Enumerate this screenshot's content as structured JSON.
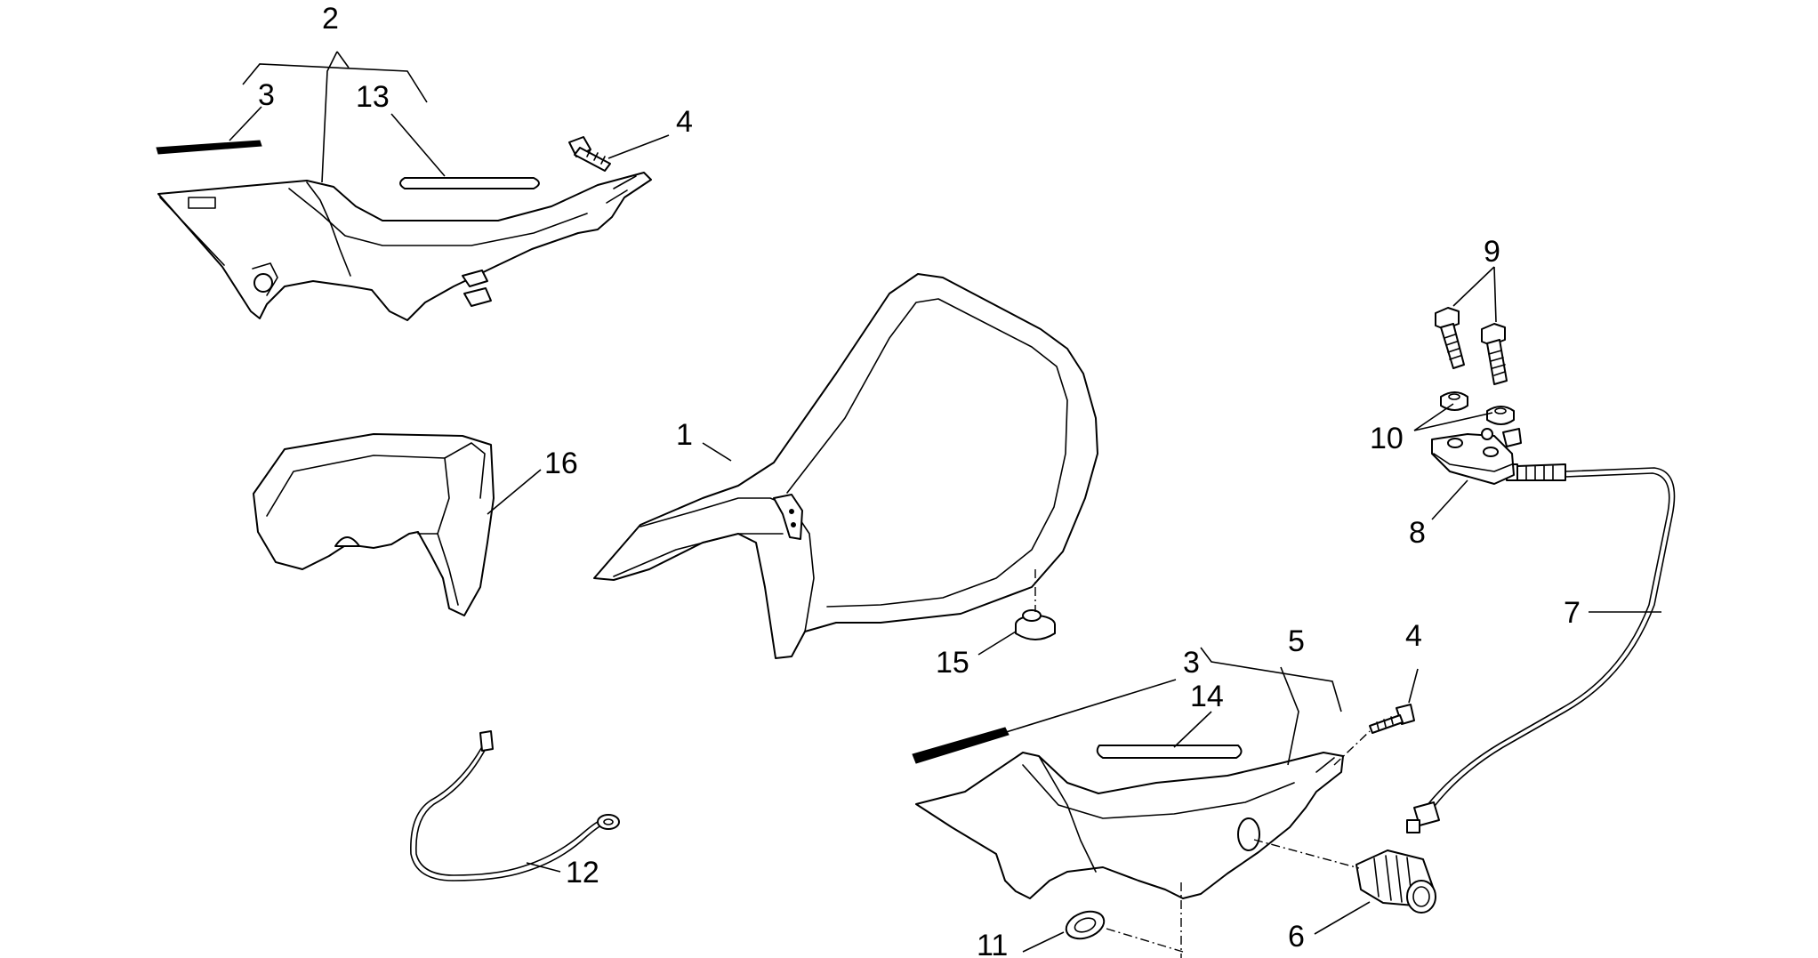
{
  "callouts": [
    {
      "id": "c2",
      "text": "2"
    },
    {
      "id": "c3a",
      "text": "3"
    },
    {
      "id": "c13",
      "text": "13"
    },
    {
      "id": "c4a",
      "text": "4"
    },
    {
      "id": "c1",
      "text": "1"
    },
    {
      "id": "c16",
      "text": "16"
    },
    {
      "id": "c9",
      "text": "9"
    },
    {
      "id": "c10",
      "text": "10"
    },
    {
      "id": "c8",
      "text": "8"
    },
    {
      "id": "c7",
      "text": "7"
    },
    {
      "id": "c5",
      "text": "5"
    },
    {
      "id": "c4b",
      "text": "4"
    },
    {
      "id": "c3b",
      "text": "3"
    },
    {
      "id": "c14",
      "text": "14"
    },
    {
      "id": "c15",
      "text": "15"
    },
    {
      "id": "c12",
      "text": "12"
    },
    {
      "id": "c6",
      "text": "6"
    },
    {
      "id": "c11",
      "text": "11"
    }
  ],
  "colors": {
    "line": "#000000",
    "background": "#ffffff"
  }
}
